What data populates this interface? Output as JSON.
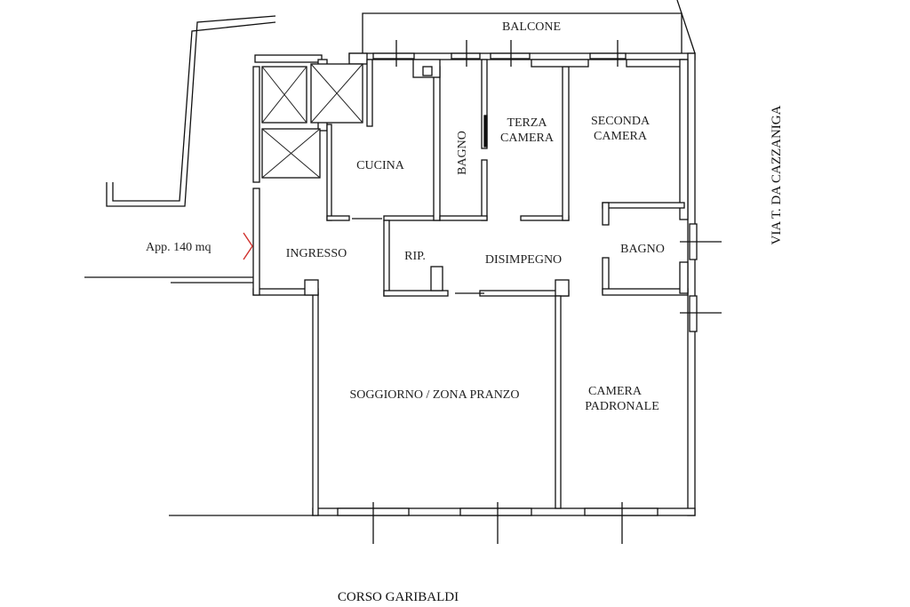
{
  "plan": {
    "area_label": "App. 140 mq",
    "entrance_marker_color": "#d0312d",
    "streets": {
      "bottom": "CORSO GARIBALDI",
      "right": "VIA T. DA CAZZANIGA"
    },
    "rooms": {
      "balcone": "BALCONE",
      "cucina": "CUCINA",
      "bagno_1": "BAGNO",
      "terza_camera_1": "TERZA",
      "terza_camera_2": "CAMERA",
      "seconda_camera_1": "SECONDA",
      "seconda_camera_2": "CAMERA",
      "ingresso": "INGRESSO",
      "ripostiglio": "RIP.",
      "disimpegno": "DISIMPEGNO",
      "bagno_2": "BAGNO",
      "soggiorno": "SOGGIORNO / ZONA PRANZO",
      "camera_padronale_1": "CAMERA",
      "camera_padronale_2": "PADRONALE"
    }
  }
}
